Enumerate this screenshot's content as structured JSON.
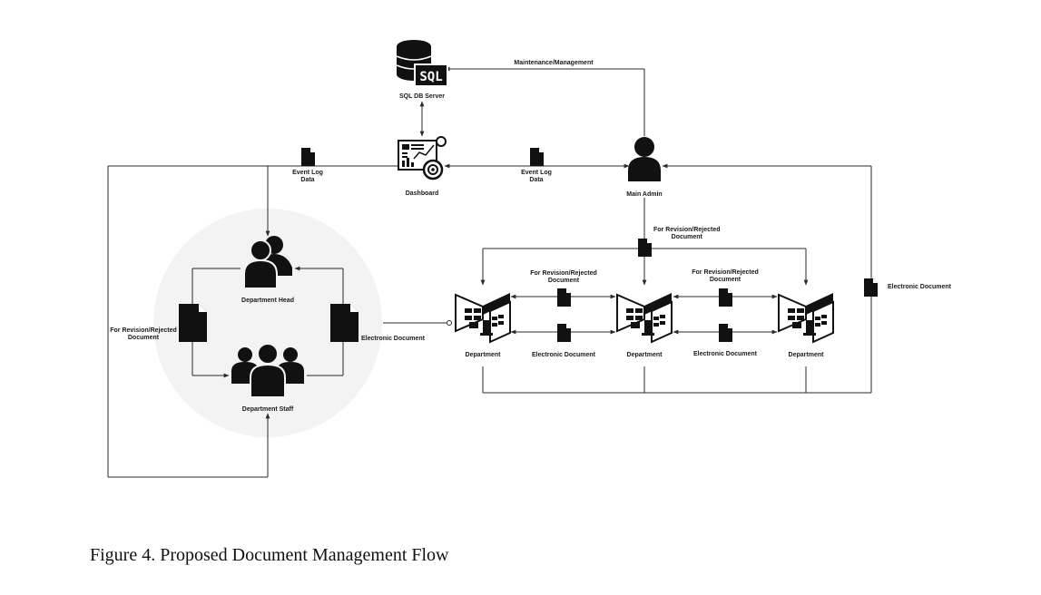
{
  "diagram": {
    "nodes": {
      "sql_server": "SQL DB Server",
      "sql_badge": "SQL",
      "dashboard": "Dashboard",
      "main_admin": "Main Admin",
      "department_head": "Department Head",
      "department_staff": "Department Staff",
      "department_1": "Department",
      "department_2": "Department",
      "department_3": "Department"
    },
    "edge_labels": {
      "maintenance": "Maintenance/Management",
      "event_log_left": "Event Log\nData",
      "event_log_right": "Event Log\nData",
      "revision_top": "For Revision/Rejected\nDocument",
      "revision_mid_1": "For Revision/Rejected\nDocument",
      "revision_mid_2": "For Revision/Rejected\nDocument",
      "electronic_mid_1": "Electronic Document",
      "electronic_mid_2": "Electronic Document",
      "electronic_right": "Electronic Document",
      "revision_circle": "For Revision/Rejected\nDocument",
      "electronic_circle": "Electronic Document"
    }
  },
  "caption": "Figure 4. Proposed Document Management Flow",
  "colors": {
    "ink": "#111111",
    "line": "#2a2a2a",
    "circle_bg": "#f3f3f3"
  }
}
